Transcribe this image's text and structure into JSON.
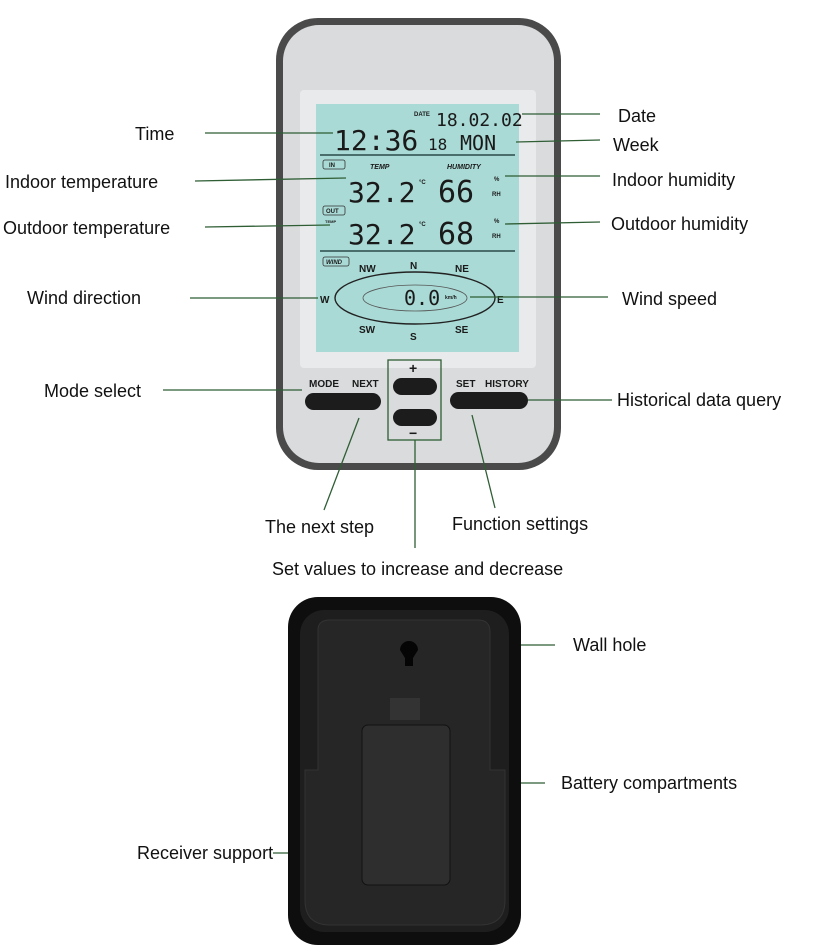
{
  "labels": {
    "time": "Time",
    "indoor_temperature": "Indoor temperature",
    "outdoor_temperature": "Outdoor temperature",
    "wind_direction": "Wind direction",
    "mode_select": "Mode select",
    "date": "Date",
    "week": "Week",
    "indoor_humidity": "Indoor humidity",
    "outdoor_humidity": "Outdoor humidity",
    "wind_speed": "Wind speed",
    "historical_data_query": "Historical data query",
    "next_step": "The next step",
    "function_settings": "Function settings",
    "set_values": "Set values to increase and decrease",
    "wall_hole": "Wall hole",
    "battery_compartments": "Battery compartments",
    "receiver_support": "Receiver support"
  },
  "display": {
    "date_label": "DATE",
    "date": "18.02.02",
    "time": "12:36",
    "seconds": "18",
    "weekday": "MON",
    "in_badge": "IN",
    "out_badge": "OUT",
    "temp_small": "TEMP",
    "temp_header": "TEMP",
    "humidity_header": "HUMIDITY",
    "indoor_temp": "32.2",
    "outdoor_temp": "32.2",
    "temp_unit": "°C",
    "indoor_humidity": "66",
    "outdoor_humidity": "68",
    "humidity_unit_pct": "%",
    "humidity_unit_rh": "RH",
    "wind_badge": "WIND",
    "wind_speed": "0.0",
    "wind_unit": "km/h",
    "compass": {
      "n": "N",
      "ne": "NE",
      "e": "E",
      "se": "SE",
      "s": "S",
      "sw": "SW",
      "w": "W",
      "nw": "NW"
    }
  },
  "buttons": {
    "mode": "MODE",
    "next": "NEXT",
    "set": "SET",
    "history": "HISTORY",
    "plus": "+",
    "minus": "−"
  }
}
